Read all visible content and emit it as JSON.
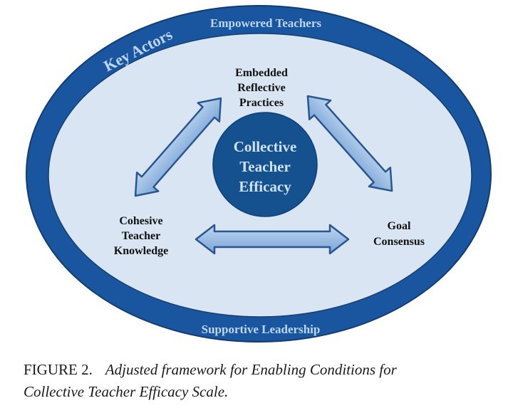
{
  "diagram": {
    "ring": {
      "key_actors": "Key Actors",
      "top_label": "Empowered Teachers",
      "bottom_label": "Supportive Leadership"
    },
    "center": {
      "lines": [
        "Collective",
        "Teacher",
        "Efficacy"
      ]
    },
    "nodes": [
      {
        "id": "embedded-reflective-practices",
        "lines": [
          "Embedded",
          "Reflective",
          "Practices"
        ]
      },
      {
        "id": "cohesive-teacher-knowledge",
        "lines": [
          "Cohesive",
          "Teacher",
          "Knowledge"
        ]
      },
      {
        "id": "goal-consensus",
        "lines": [
          "Goal",
          "Consensus"
        ]
      }
    ],
    "colors": {
      "ring": "#1a55a0",
      "ring_outline": "#123d6e",
      "inner_fill": "#d9e5f2",
      "center_circle": "#15518f",
      "arrow_light": "#bfd6ef",
      "arrow_dark": "#7aa5d8",
      "arrow_outline": "#29568e",
      "ring_label_text": "#bdd7ee",
      "center_label_text": "#cfe2f3",
      "node_label_text": "#111111"
    }
  },
  "caption": {
    "figure_label": "FIGURE 2.",
    "line1": "Adjusted framework for Enabling Conditions for",
    "line2": "Collective Teacher Efficacy Scale."
  }
}
